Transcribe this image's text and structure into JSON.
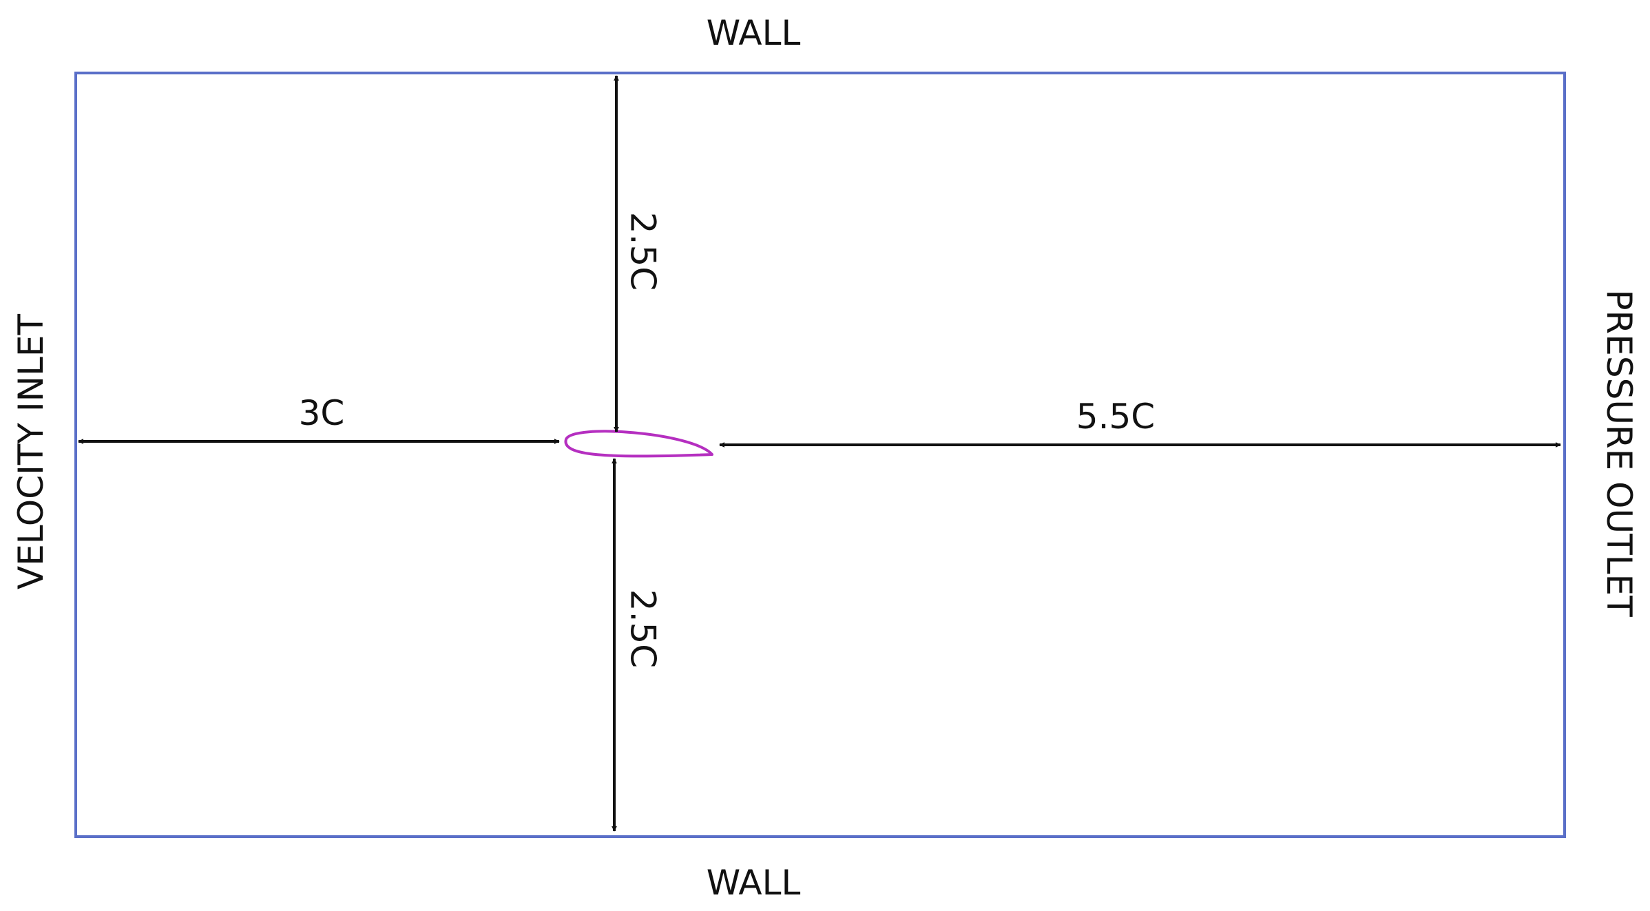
{
  "boundaries": {
    "top": "WALL",
    "bottom": "WALL",
    "left": "VELOCITY INLET",
    "right": "PRESSURE OUTLET"
  },
  "dimensions": {
    "upstream": "3C",
    "downstream": "5.5C",
    "above": "2.5C",
    "below": "2.5C"
  },
  "colors": {
    "domain_border": "#5a6fc8",
    "airfoil": "#b52fc0",
    "arrows": "#111111",
    "text": "#111111"
  }
}
